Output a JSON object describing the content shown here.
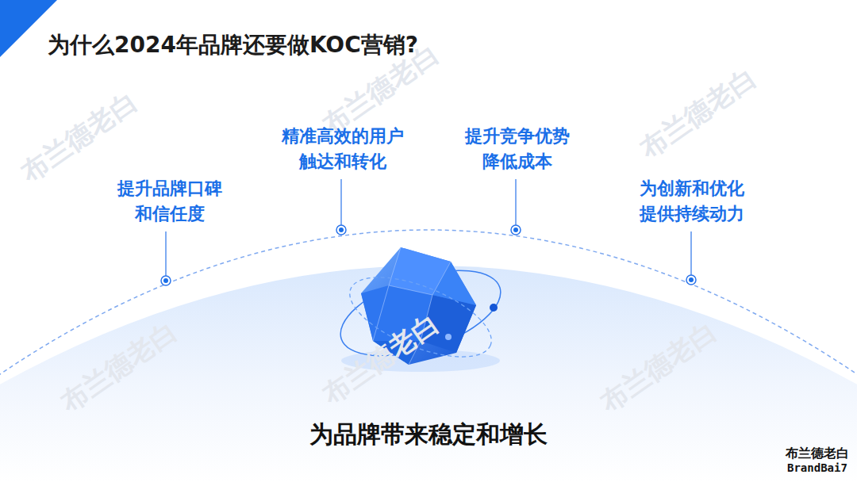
{
  "diagram": {
    "title": "为什么2024年品牌还要做KOC营销?",
    "caption": "为品牌带来稳定和增长",
    "labels": [
      "提升品牌口碑 和信任度",
      "精准高效的用户 触达和转化",
      "提升竞争优势 降低成本",
      "为创新和优化 提供持续动力",
      "布兰德老白",
      "布兰德老白",
      "布兰德老白",
      "布兰德老白",
      "布兰德老白",
      "布兰德老白",
      "布兰德老白",
      "BrandBai7"
    ]
  }
}
